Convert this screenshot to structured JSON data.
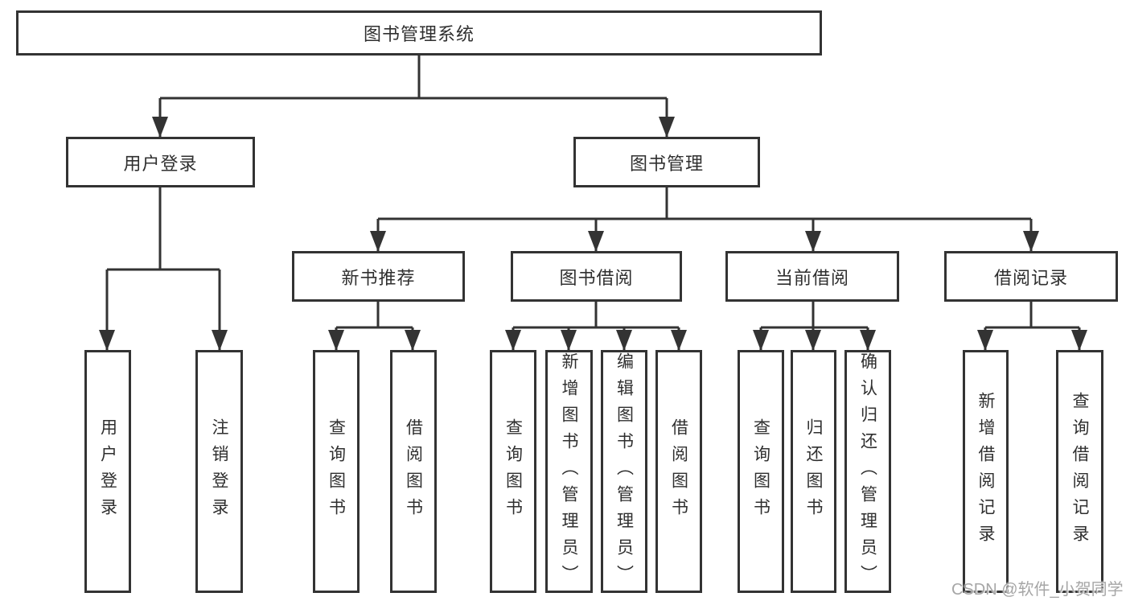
{
  "diagram": {
    "root": {
      "label": "图书管理系统"
    },
    "level2": [
      {
        "label": "用户登录"
      },
      {
        "label": "图书管理"
      }
    ],
    "level3": [
      {
        "label": "新书推荐"
      },
      {
        "label": "图书借阅"
      },
      {
        "label": "当前借阅"
      },
      {
        "label": "借阅记录"
      }
    ],
    "leaves": {
      "user_login": [
        "用户登录",
        "注销登录"
      ],
      "new_book": [
        "查询图书",
        "借阅图书"
      ],
      "book_borrow": [
        "查询图书",
        "新增图书（管理员）",
        "编辑图书（管理员）",
        "借阅图书"
      ],
      "current_borrow": [
        "查询图书",
        "归还图书",
        "确认归还（管理员）"
      ],
      "borrow_record": [
        "新增借阅记录",
        "查询借阅记录"
      ]
    }
  },
  "watermark": {
    "text": "CSDN @软件_小贺同学"
  },
  "colors": {
    "line": "#333333",
    "text": "#2f2f2f",
    "watermark": "#a6a6a6",
    "background": "#ffffff"
  }
}
